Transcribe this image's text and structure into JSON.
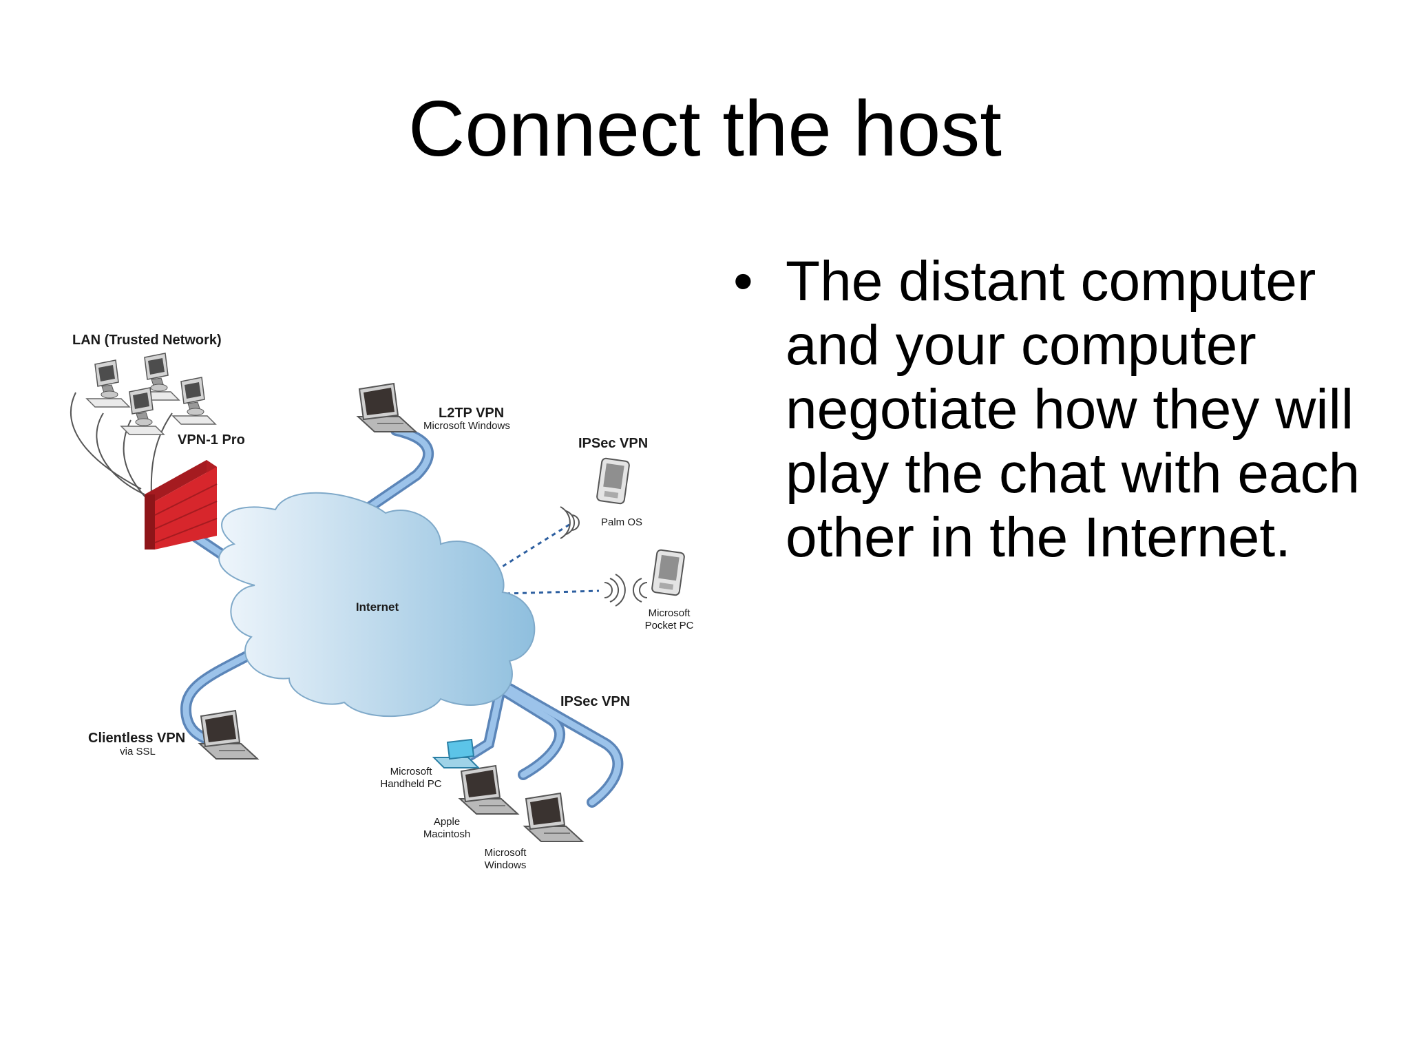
{
  "slide": {
    "title": "Connect the host",
    "bullets": [
      "The distant computer and your computer negotiate how they will play the chat with each other in the Internet."
    ]
  },
  "diagram": {
    "lan_label": "LAN (Trusted Network)",
    "firewall_label": "VPN-1 Pro",
    "cloud_label": "Internet",
    "l2tp": {
      "title": "L2TP VPN",
      "sub": "Microsoft Windows"
    },
    "ipsec_top": {
      "title": "IPSec VPN"
    },
    "palm": {
      "label": "Palm OS"
    },
    "pocket_pc": {
      "line1": "Microsoft",
      "line2": "Pocket PC"
    },
    "clientless": {
      "title": "Clientless VPN",
      "sub": "via SSL"
    },
    "ipsec_bottom": {
      "title": "IPSec VPN"
    },
    "handheld": {
      "line1": "Microsoft",
      "line2": "Handheld PC"
    },
    "mac": {
      "line1": "Apple",
      "line2": "Macintosh"
    },
    "windows": {
      "line1": "Microsoft",
      "line2": "Windows"
    },
    "colors": {
      "firewall": "#d7262c",
      "pipe": "#6d9fd8",
      "cloud": "#bcd8ec",
      "laptop_screen": "#3a3330"
    }
  }
}
